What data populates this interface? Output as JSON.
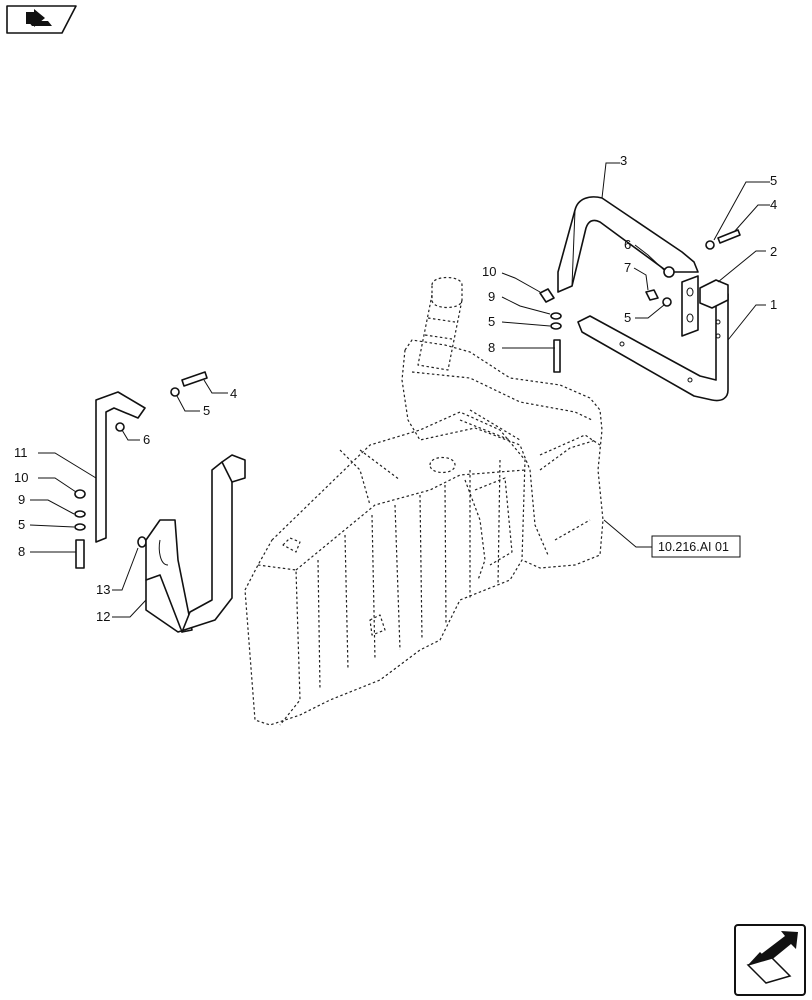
{
  "callouts": {
    "c1": "1",
    "c2": "2",
    "c3": "3",
    "c4a": "4",
    "c4b": "4",
    "c5a": "5",
    "c5b": "5",
    "c5c": "5",
    "c5d": "5",
    "c5e": "5",
    "c6a": "6",
    "c6b": "6",
    "c7": "7",
    "c8a": "8",
    "c8b": "8",
    "c9a": "9",
    "c9b": "9",
    "c10a": "10",
    "c10b": "10",
    "c11": "11",
    "c12": "12",
    "c13": "13"
  },
  "reference": {
    "label": "10.216.AI 01"
  },
  "icons": {
    "top_left": "folder-arrow-icon",
    "bottom_right": "next-page-arrow-icon"
  }
}
